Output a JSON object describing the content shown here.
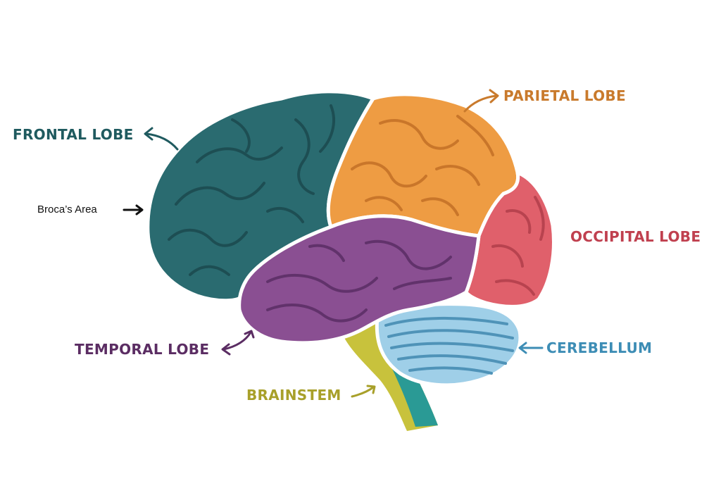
{
  "colors": {
    "frontal": "#2a6b70",
    "frontal_dark": "#1d4e53",
    "parietal": "#ee9c43",
    "parietal_dark": "#c9762a",
    "occipital": "#e0606b",
    "occipital_dark": "#b8434f",
    "temporal": "#8a4f92",
    "temporal_dark": "#61326b",
    "cerebellum": "#9fcfe8",
    "cerebellum_dark": "#4f93b8",
    "brainstem": "#c8c23c",
    "brainstem_dark": "#2a9a95",
    "outline": "#ffffff"
  },
  "labels": {
    "frontal": "FRONTAL LOBE",
    "broca": "Broca’s Area",
    "parietal": "PARIETAL LOBE",
    "occipital": "OCCIPITAL LOBE",
    "temporal": "TEMPORAL LOBE",
    "cerebellum": "CEREBELLUM",
    "brainstem": "BRAINSTEM"
  },
  "label_colors": {
    "frontal": "#1f5a5f",
    "broca": "#111111",
    "parietal": "#c97a2c",
    "occipital": "#c0404f",
    "temporal": "#5b2d63",
    "cerebellum": "#3d8db5",
    "brainstem": "#a8a02a"
  }
}
